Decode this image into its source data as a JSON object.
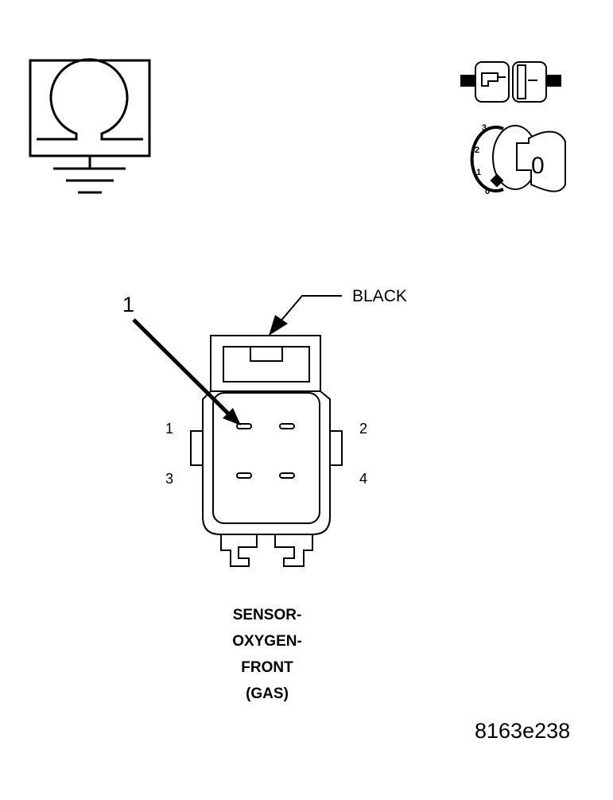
{
  "callout": {
    "number": "1",
    "wire_color_label": "BLACK"
  },
  "connector": {
    "pin_labels": [
      "1",
      "2",
      "3",
      "4"
    ]
  },
  "sensor_name": {
    "lines": [
      "SENSOR-",
      "OXYGEN-",
      "FRONT",
      "(GAS)"
    ]
  },
  "ignition_key": {
    "positions": [
      "3",
      "2",
      "1",
      "0"
    ],
    "current_position": "0"
  },
  "figure_id": "8163e238",
  "icons": {
    "ohmmeter": "ohmmeter-ground-icon",
    "disconnected_connector": "disconnected-connector-icon",
    "ignition_key": "ignition-key-off-icon"
  }
}
